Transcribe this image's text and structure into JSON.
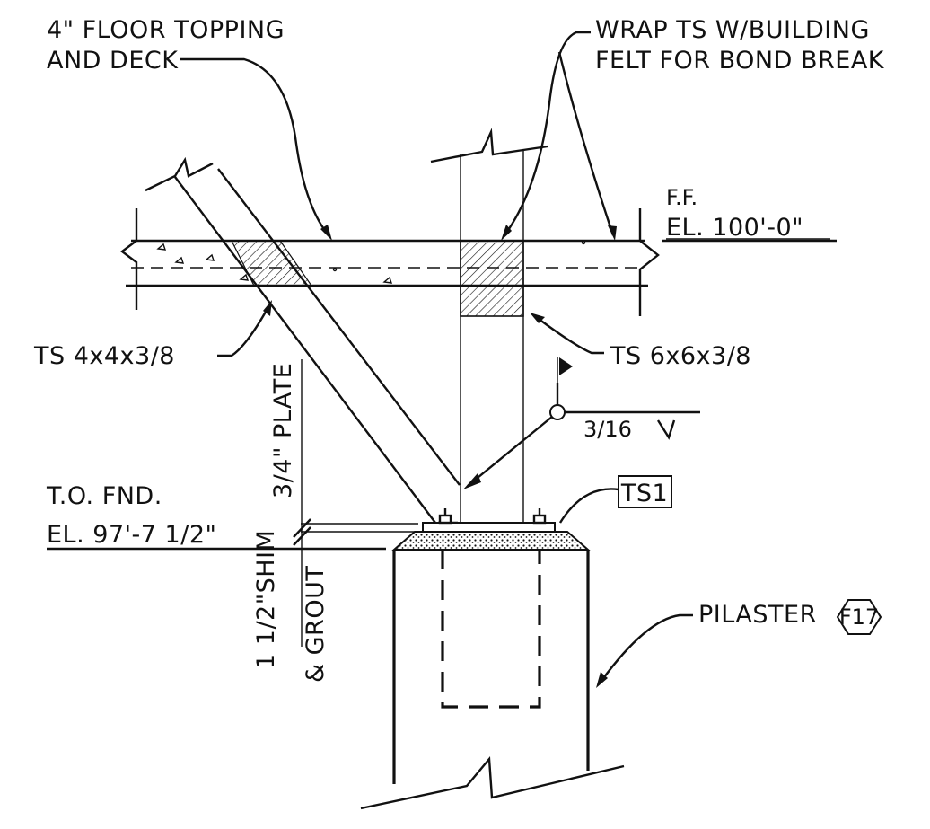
{
  "labels": {
    "floor_topping_line1": "4\" FLOOR TOPPING",
    "floor_topping_line2": "AND DECK",
    "wrap_line1": "WRAP TS W/BUILDING",
    "wrap_line2": "FELT FOR BOND BREAK",
    "ff": "F.F.",
    "ff_elevation": "EL. 100'-0\"",
    "ts_brace": "TS 4x4x3/8",
    "ts_column": "TS 6x6x3/8",
    "plate": "3/4\" PLATE",
    "weld": "3/16",
    "fnd_line1": "T.O. FND.",
    "fnd_line2": "EL. 97'-7 1/2\"",
    "tag_ts1": "TS1",
    "pilaster": "PILASTER",
    "tag_f17": "F17",
    "shim_line1": "1 1/2\"SHIM",
    "shim_line2": "& GROUT"
  }
}
